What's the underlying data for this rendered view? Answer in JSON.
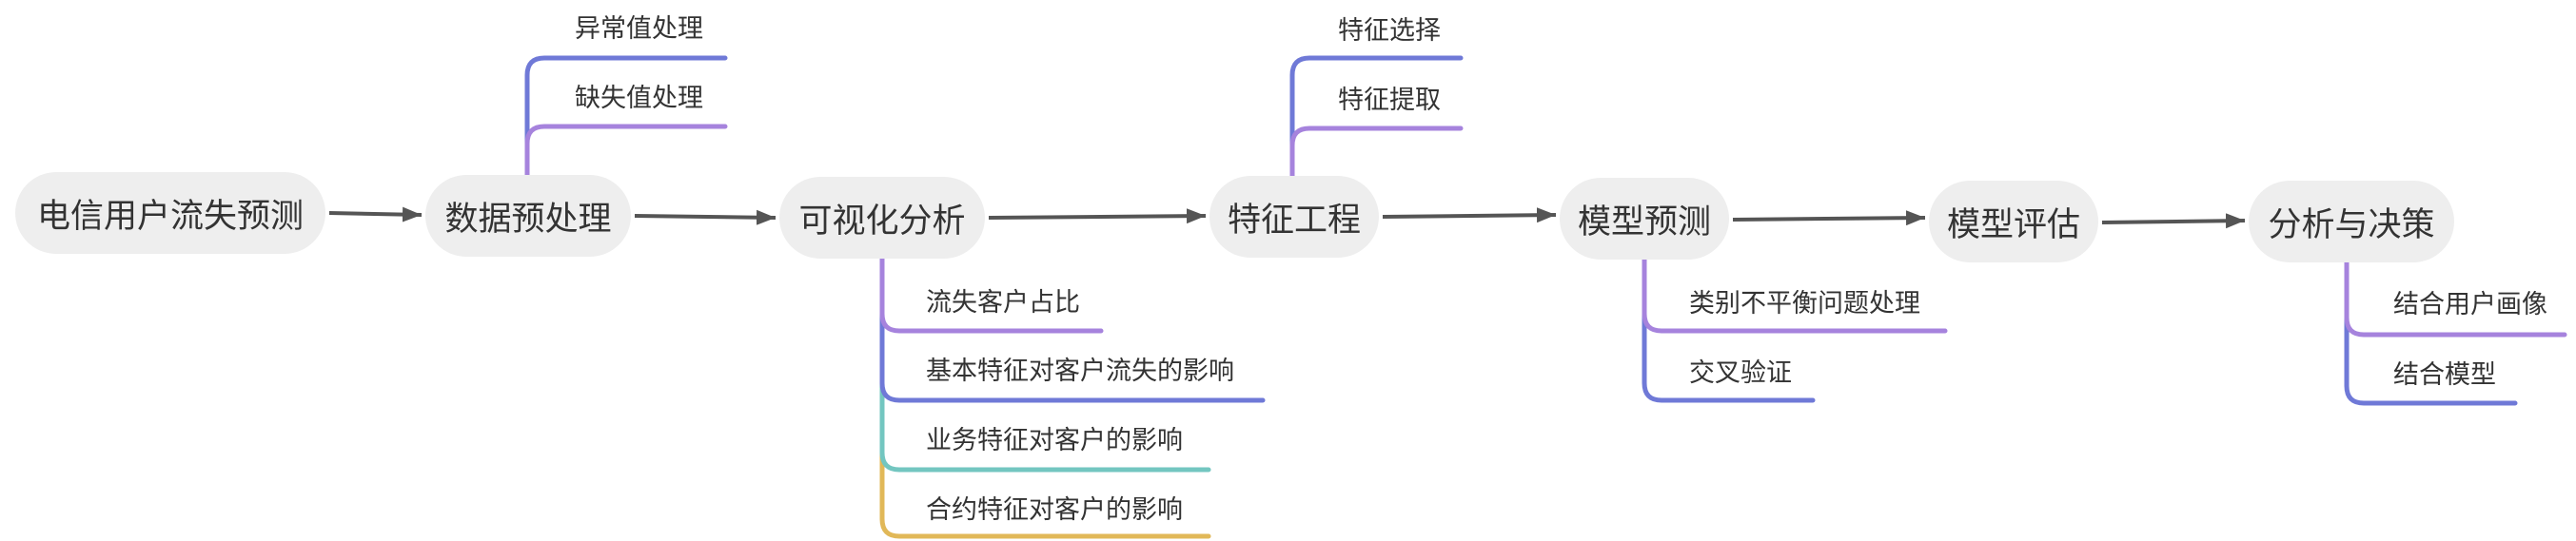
{
  "main_nodes": [
    {
      "label": "电信用户流失预测"
    },
    {
      "label": "数据预处理",
      "children": [
        {
          "label": "异常值处理",
          "color": "#6f79d7"
        },
        {
          "label": "缺失值处理",
          "color": "#a683dd"
        }
      ]
    },
    {
      "label": "可视化分析",
      "children": [
        {
          "label": "流失客户占比",
          "color": "#a683dd"
        },
        {
          "label": "基本特征对客户流失的影响",
          "color": "#6f79d7"
        },
        {
          "label": "业务特征对客户的影响",
          "color": "#73c6c0"
        },
        {
          "label": "合约特征对客户的影响",
          "color": "#e1b858"
        }
      ]
    },
    {
      "label": "特征工程",
      "children": [
        {
          "label": "特征选择",
          "color": "#6f79d7"
        },
        {
          "label": "特征提取",
          "color": "#a683dd"
        }
      ]
    },
    {
      "label": "模型预测",
      "children": [
        {
          "label": "类别不平衡问题处理",
          "color": "#a683dd"
        },
        {
          "label": "交叉验证",
          "color": "#6f79d7"
        }
      ]
    },
    {
      "label": "模型评估"
    },
    {
      "label": "分析与决策",
      "children": [
        {
          "label": "结合用户画像",
          "color": "#a683dd"
        },
        {
          "label": "结合模型",
          "color": "#6f79d7"
        }
      ]
    }
  ],
  "styles": {
    "node_bg": "#eeeeee",
    "arrow_color": "#555555",
    "text_color": "#333333"
  }
}
